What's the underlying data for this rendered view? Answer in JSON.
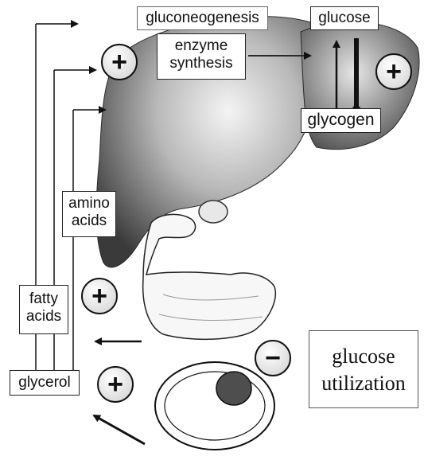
{
  "labels": {
    "gluconeogenesis": "gluconeogenesis",
    "glucose": "glucose",
    "enzyme_synthesis_line1": "enzyme",
    "enzyme_synthesis_line2": "synthesis",
    "glycogen": "glycogen",
    "amino_acids_line1": "amino",
    "amino_acids_line2": "acids",
    "fatty_acids_line1": "fatty",
    "fatty_acids_line2": "acids",
    "glycerol": "glycerol",
    "glucose_utilization_line1": "glucose",
    "glucose_utilization_line2": "utilization"
  },
  "signs": {
    "plus": "+",
    "minus": "−"
  },
  "colors": {
    "liver_dark": "#3a3a3a",
    "liver_light": "#d9d9d9",
    "adipocyte_nucleus": "#5a5a5a",
    "line": "#111111"
  }
}
